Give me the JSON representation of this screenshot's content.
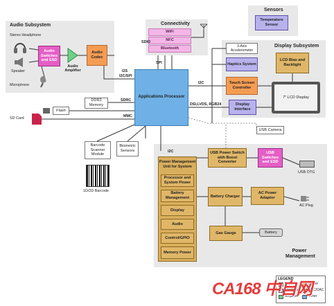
{
  "audio": {
    "title": "Audio Subsystem",
    "headphone": "Stereo Headphone",
    "speaker": "Speaker",
    "microphone": "Microphone",
    "switches": "Audio Switches and ESD",
    "amplifier": "Audio Amplifier",
    "codec": "Audio Codec"
  },
  "connectivity": {
    "title": "Connectivity",
    "wifi": "WiFi",
    "nfc": "NFC",
    "bluetooth": "Bluetooth"
  },
  "sensors": {
    "title": "Sensors",
    "temperature": "Temperature Sensor"
  },
  "display": {
    "title": "Display Subsystem",
    "accelerometer": "3-Axis Accelerometer",
    "haptics": "Haptics System",
    "touch": "Touch Screen Controller",
    "interface": "Display Interface",
    "lcd_bias": "LCD Bias and Backlight",
    "lcd": "7\" LCD Display"
  },
  "processor": "Applications Processor",
  "buses": {
    "i2s": "I2S",
    "i2c_spi": "I2C/SPI",
    "sdio": "SDIO",
    "spi": "SPI",
    "i2c_top": "I2C",
    "dsi": "DSI,LVDS, RGB24",
    "sdrc": "SDRC",
    "mmc": "MMC",
    "i2c_bottom": "I2C"
  },
  "memory": {
    "ddr3": "DDR3 Memory",
    "flash": "Flash",
    "sd_card": "SD Card"
  },
  "peripherals": {
    "barcode_scanner": "Barcode Scanner Module",
    "biometric": "Biometric Sensors",
    "barcode_caption": "1D/2D Barcode",
    "usb_camera": "USB Camera"
  },
  "power": {
    "title": "Power Management",
    "usb_power": "USB Power Switch with Boost Converter",
    "usb_switches": "USB Switches and ESD",
    "usb_otg": "USB OTG",
    "pmu": "Power Management Unit for System",
    "pmu_items": [
      "Processor and System Power",
      "Battery Management",
      "Display",
      "Audio",
      "Control/GPIO",
      "Memory Power"
    ],
    "battery_charger": "Battery Charger",
    "ac_adaptor": "AC Power Adaptor",
    "ac_plug": "AC Plug",
    "gas_gauge": "Gas Gauge",
    "battery": "Battery"
  },
  "legend": {
    "title": "LEGEND",
    "items": [
      "Logic",
      "Power",
      "Interface",
      "ADC/DAC",
      "Amplifier",
      "Other"
    ],
    "colors": [
      "#e55fc5",
      "#e0b768",
      "#b8b2ec",
      "#f49c53",
      "#6fd08a",
      "#6fb1e6"
    ]
  },
  "watermark": "CA168 中自网"
}
